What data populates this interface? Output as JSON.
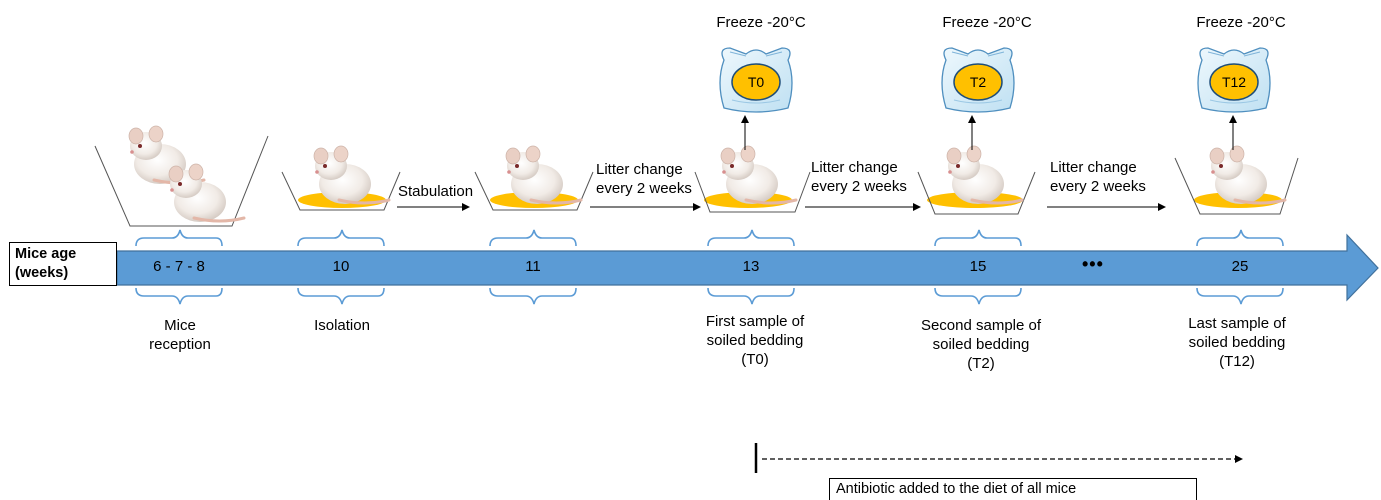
{
  "axis": {
    "label_line1": "Mice age",
    "label_line2": "(weeks)"
  },
  "weeks": [
    "6 - 7 - 8",
    "10",
    "11",
    "13",
    "15",
    "25"
  ],
  "ellipsis": "•••",
  "steps": {
    "reception": [
      "Mice",
      "reception"
    ],
    "isolation": "Isolation",
    "stabulation": "Stabulation",
    "litter_change": [
      "Litter change",
      "every 2 weeks"
    ]
  },
  "samples": [
    {
      "lines": [
        "First sample of",
        "soiled bedding",
        "(T0)"
      ]
    },
    {
      "lines": [
        "Second sample of",
        "soiled bedding",
        "(T2)"
      ]
    },
    {
      "lines": [
        "Last sample of",
        "soiled bedding",
        "(T12)"
      ]
    }
  ],
  "freeze_label": "Freeze -20°C",
  "bags": [
    "T0",
    "T2",
    "T12"
  ],
  "antibiotic_note": "Antibiotic added to the diet of all mice",
  "colors": {
    "arrow_blue": "#5b9bd5",
    "arrow_stroke": "#41719c",
    "brace": "#5b9bd5",
    "bedding": "#ffc000",
    "bag_fill": "#d6ecf8",
    "bag_stroke": "#4f8fbf"
  }
}
